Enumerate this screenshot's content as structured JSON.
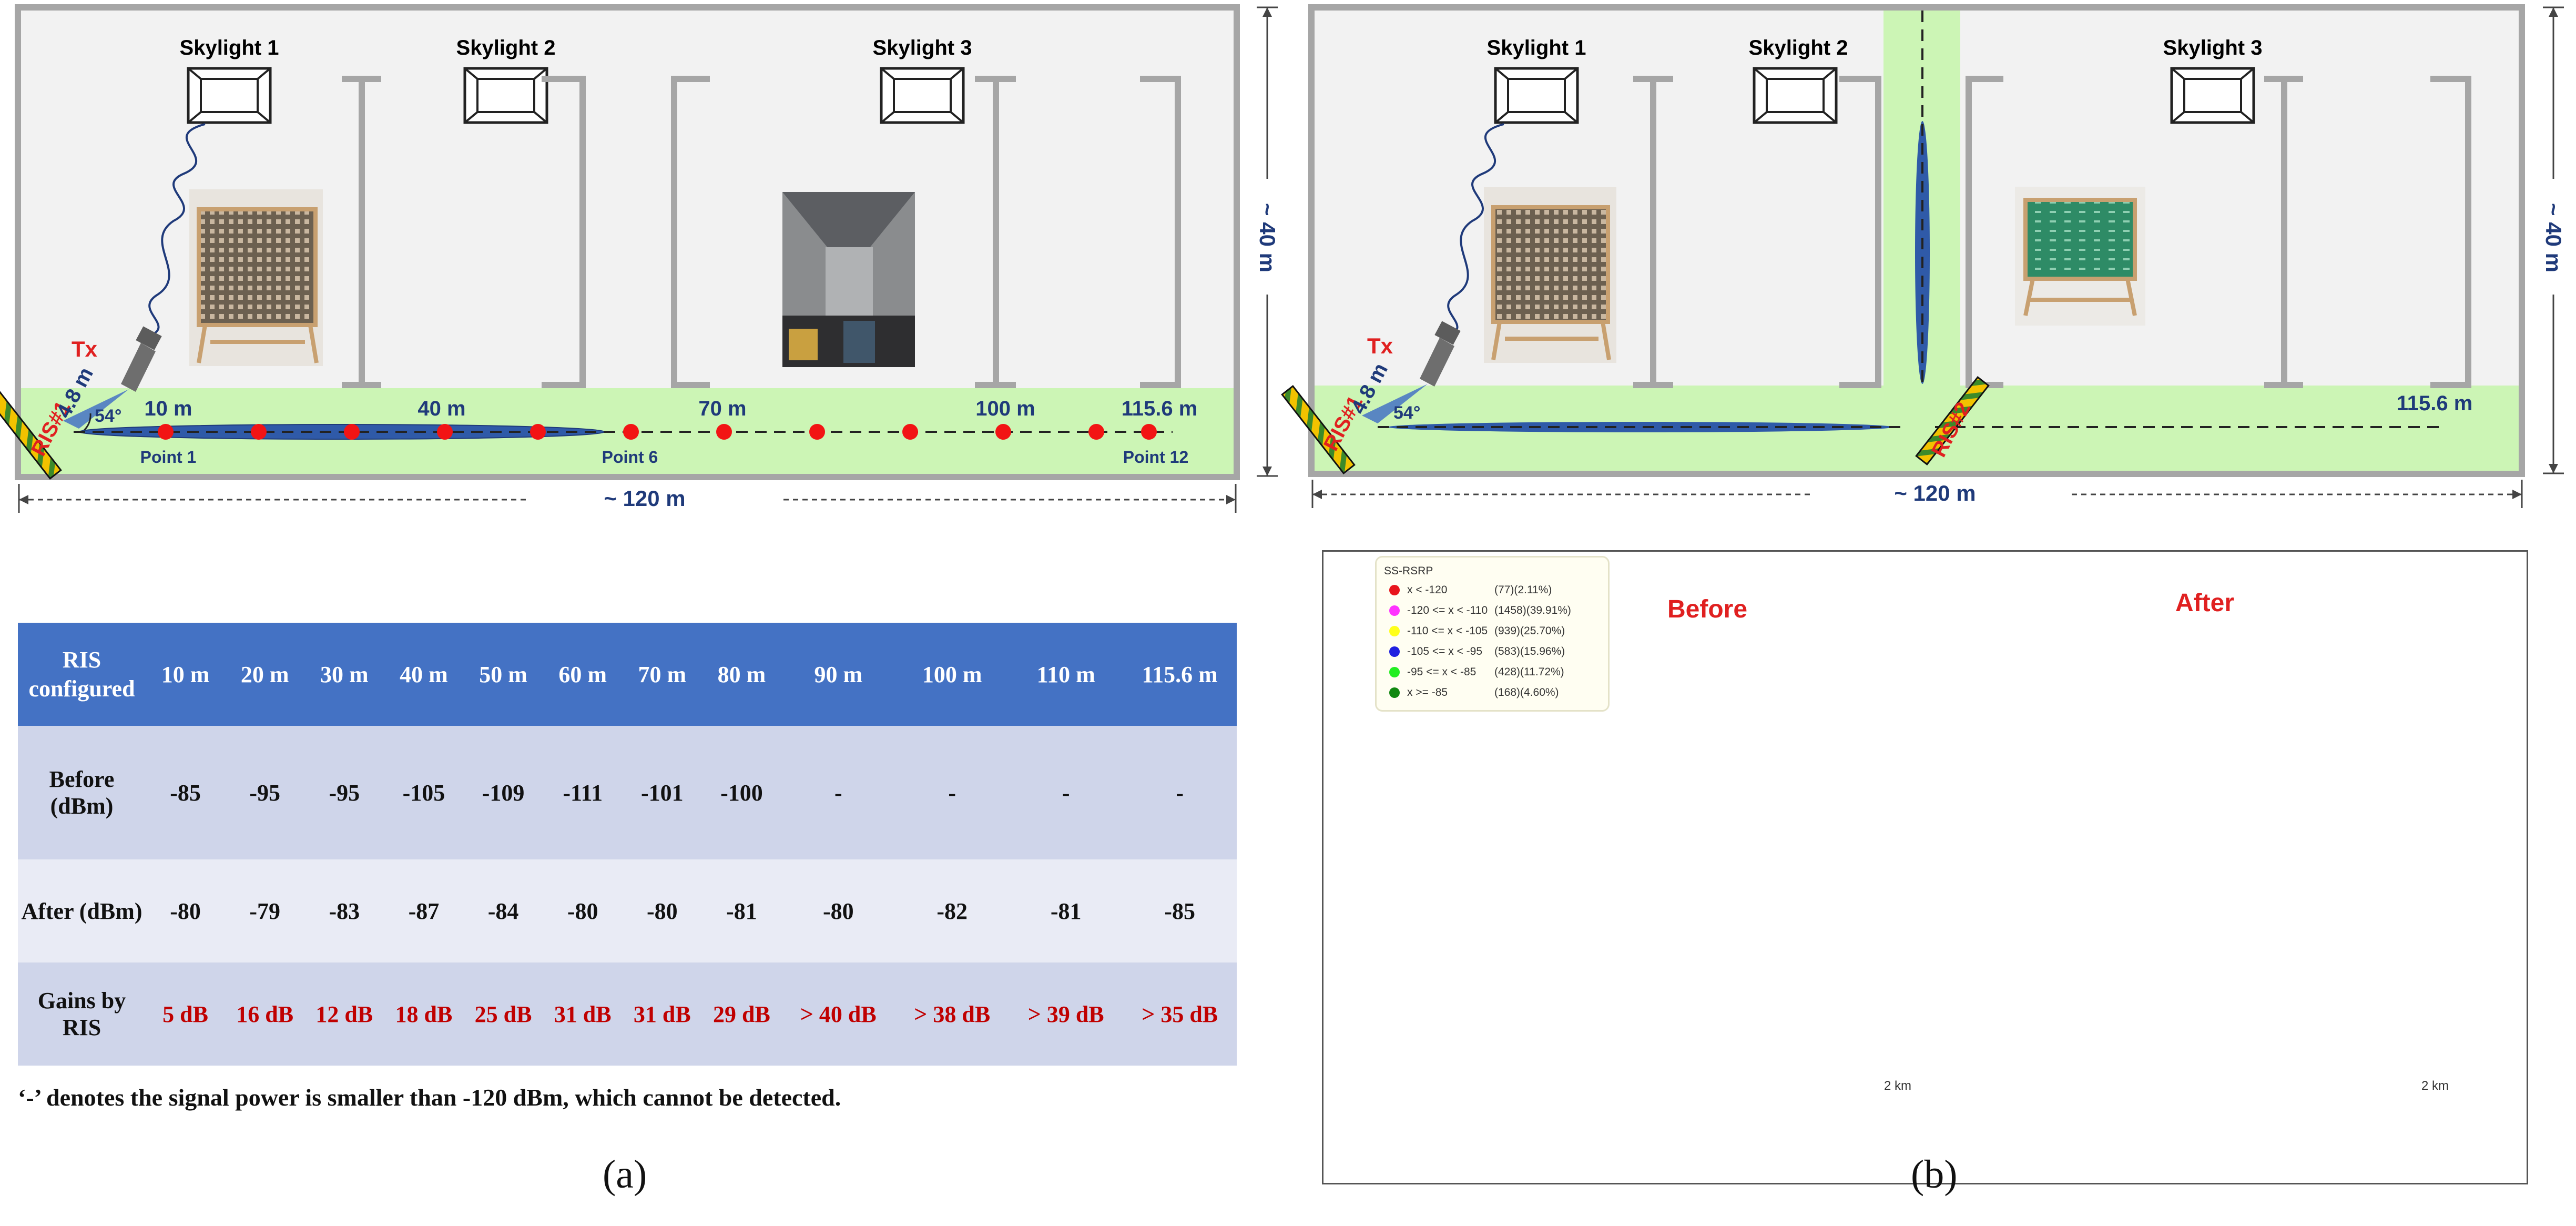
{
  "panel_a": {
    "skylights": [
      "Skylight 1",
      "Skylight 2",
      "Skylight 3"
    ],
    "tx_label": "Tx",
    "ris_label": "RIS#1",
    "height_label": "4.8 m",
    "angle_label": "54°",
    "distance_labels": [
      "10 m",
      "40 m",
      "70 m",
      "100 m",
      "115.6 m"
    ],
    "point_labels": [
      "Point 1",
      "Point 6",
      "Point 12"
    ],
    "width_dim": "~ 120 m",
    "height_dim": "~ 40 m"
  },
  "panel_b_top": {
    "skylights": [
      "Skylight 1",
      "Skylight 2",
      "Skylight 3"
    ],
    "tx_label": "Tx",
    "ris1_label": "RIS#1",
    "ris2_label": "RIS#2",
    "height_label": "4.8 m",
    "angle_label": "54°",
    "distance_label": "115.6 m",
    "width_dim": "~ 120 m",
    "height_dim": "~ 40 m"
  },
  "table": {
    "header": [
      "RIS configured",
      "10 m",
      "20 m",
      "30 m",
      "40 m",
      "50 m",
      "60 m",
      "70 m",
      "80 m",
      "90 m",
      "100 m",
      "110 m",
      "115.6 m"
    ],
    "rows": [
      {
        "label": "Before (dBm)",
        "values": [
          "-85",
          "-95",
          "-95",
          "-105",
          "-109",
          "-111",
          "-101",
          "-100",
          "-",
          "-",
          "-",
          "-"
        ]
      },
      {
        "label": "After (dBm)",
        "values": [
          "-80",
          "-79",
          "-83",
          "-87",
          "-84",
          "-80",
          "-80",
          "-81",
          "-80",
          "-82",
          "-81",
          "-85"
        ]
      },
      {
        "label": "Gains by RIS",
        "values": [
          "5 dB",
          "16 dB",
          "12 dB",
          "18 dB",
          "25 dB",
          "31 dB",
          "31 dB",
          "29 dB",
          "> 40 dB",
          "> 38 dB",
          "> 39 dB",
          "> 35 dB"
        ]
      }
    ],
    "note": "‘-’ denotes the signal power is smaller than -120 dBm, which cannot be detected."
  },
  "map": {
    "legend_title": "SS-RSRP",
    "legend": [
      {
        "label": "x < -120",
        "count": "(77)(2.11%)",
        "color": "#E8141C"
      },
      {
        "label": "-120 <= x < -110",
        "count": "(1458)(39.91%)",
        "color": "#FF33FF"
      },
      {
        "label": "-110 <= x < -105",
        "count": "(939)(25.70%)",
        "color": "#FFFF1A"
      },
      {
        "label": "-105 <= x < -95",
        "count": "(583)(15.96%)",
        "color": "#2020E0"
      },
      {
        "label": "-95 <= x < -85",
        "count": "(428)(11.72%)",
        "color": "#22EE22"
      },
      {
        "label": "x >= -85",
        "count": "(168)(4.60%)",
        "color": "#118811"
      }
    ],
    "before_label": "Before",
    "after_label": "After",
    "scale_label": "2 km"
  },
  "captions": {
    "a": "(a)",
    "b": "(b)"
  }
}
